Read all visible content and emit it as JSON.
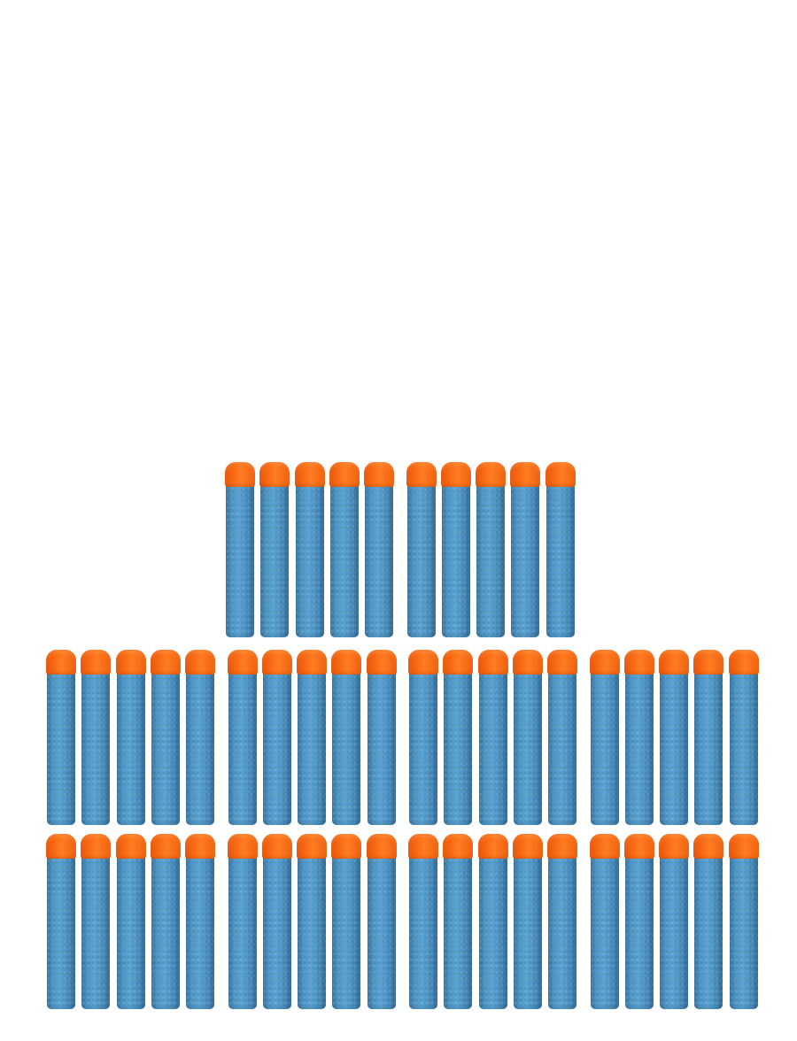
{
  "product": {
    "dart_count": 50,
    "dart_colors": {
      "tip": "#fb6f18",
      "body": "#4d93c2"
    },
    "arrangement_rows": [
      10,
      20,
      20
    ]
  }
}
